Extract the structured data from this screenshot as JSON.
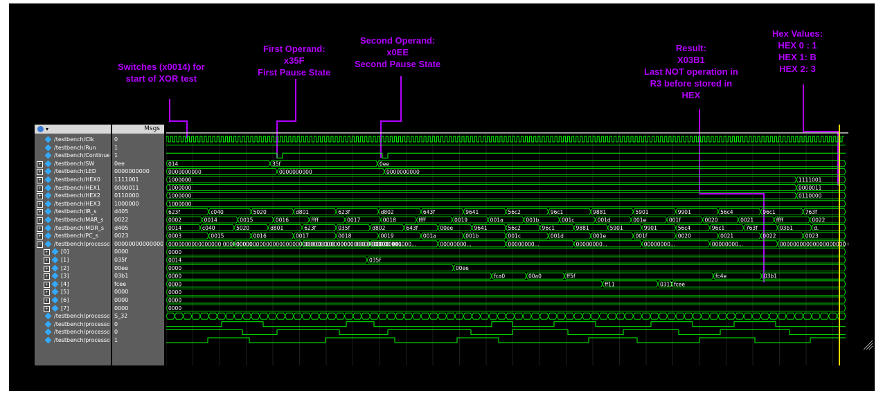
{
  "annotations": {
    "switches": [
      "Switches (x0014) for",
      "start of XOR test"
    ],
    "first_operand": [
      "First Operand:",
      "x35F",
      "First Pause State"
    ],
    "second_operand": [
      "Second Operand:",
      "x0EE",
      "Second Pause State"
    ],
    "result": [
      "Result:",
      "X03B1",
      "Last NOT operation in",
      "R3 before stored in",
      "HEX"
    ],
    "hex_values": [
      "Hex Values:",
      "HEX 0 : 1",
      "HEX 1: B",
      "HEX 2: 3"
    ]
  },
  "header": {
    "msgs_label": "Msgs"
  },
  "signals": [
    {
      "name": "/testbench/Clk",
      "value": "0",
      "expand": false,
      "type": "clock"
    },
    {
      "name": "/testbench/Run",
      "value": "1",
      "expand": false
    },
    {
      "name": "/testbench/Continue",
      "value": "1",
      "expand": false
    },
    {
      "name": "/testbench/SW",
      "value": "0ee",
      "expand": true
    },
    {
      "name": "/testbench/LED",
      "value": "0000000000",
      "expand": true
    },
    {
      "name": "/testbench/HEX0",
      "value": "1111001",
      "expand": true
    },
    {
      "name": "/testbench/HEX1",
      "value": "0000011",
      "expand": true
    },
    {
      "name": "/testbench/HEX2",
      "value": "0110000",
      "expand": true
    },
    {
      "name": "/testbench/HEX3",
      "value": "1000000",
      "expand": true
    },
    {
      "name": "/testbench/IR_s",
      "value": "d405",
      "expand": true
    },
    {
      "name": "/testbench/MAR_s",
      "value": "0022",
      "expand": true
    },
    {
      "name": "/testbench/MDR_s",
      "value": "d405",
      "expand": true
    },
    {
      "name": "/testbench/PC_s",
      "value": "0023",
      "expand": true
    },
    {
      "name": "/testbench/processo...",
      "value": "00000000000000...",
      "expand": true,
      "open": true
    },
    {
      "name": "[0]",
      "value": "0000",
      "expand": true,
      "indent": true
    },
    {
      "name": "[1]",
      "value": "035f",
      "expand": true,
      "indent": true
    },
    {
      "name": "[2]",
      "value": "00ee",
      "expand": true,
      "indent": true
    },
    {
      "name": "[3]",
      "value": "03b1",
      "expand": true,
      "indent": true
    },
    {
      "name": "[4]",
      "value": "fcee",
      "expand": true,
      "indent": true
    },
    {
      "name": "[5]",
      "value": "0000",
      "expand": true,
      "indent": true
    },
    {
      "name": "[6]",
      "value": "0000",
      "expand": true,
      "indent": true
    },
    {
      "name": "[7]",
      "value": "0000",
      "expand": true,
      "indent": true
    },
    {
      "name": "/testbench/processo...",
      "value": "S_32",
      "expand": false
    },
    {
      "name": "/testbench/processo...",
      "value": "0",
      "expand": false
    },
    {
      "name": "/testbench/processo...",
      "value": "0",
      "expand": false
    },
    {
      "name": "/testbench/processo...",
      "value": "1",
      "expand": false
    }
  ],
  "waves": {
    "SW": [
      "014",
      "35f",
      "0ee"
    ],
    "LED": [
      "0000000000",
      "0000000000",
      "0000000000"
    ],
    "HEX0": [
      "1000000",
      "1111001"
    ],
    "HEX1": [
      "1000000",
      "0000011"
    ],
    "HEX2": [
      "1000000",
      "0110000"
    ],
    "HEX3": [
      "1000000"
    ],
    "IR_s": [
      "623f",
      "c040",
      "5020",
      "d801",
      "623f",
      "d802",
      "643f",
      "9641",
      "56c2",
      "96c1",
      "9881",
      "5901",
      "9901",
      "56c4",
      "96c1",
      "763f"
    ],
    "MAR_s": [
      "0002",
      "0014",
      "0015",
      "0016",
      "ffff",
      "0017",
      "0018",
      "ffff",
      "0019",
      "001a",
      "001b",
      "001c",
      "001d",
      "001e",
      "001f",
      "0020",
      "0021",
      "ffff",
      "0022"
    ],
    "MDR_s": [
      "0014",
      "c040",
      "5020",
      "d801",
      "623f",
      "035f",
      "d802",
      "643f",
      "00ee",
      "9641",
      "56c2",
      "96c1",
      "9881",
      "5901",
      "9901",
      "56c4",
      "96c1",
      "763f",
      "03b1",
      "d."
    ],
    "PC_s": [
      "0003",
      "0015",
      "0016",
      "0017",
      "0018",
      "0019",
      "001a",
      "001b",
      "001c",
      "001d",
      "001e",
      "001f",
      "0020",
      "0021",
      "0022",
      "0023"
    ],
    "reg_bus": [
      "0000000000000000 000000000...",
      "000000000000000000000000010100 0000000000000000 000000...",
      "000000000000000 00000011010111...",
      "00000000...",
      "00000000...",
      "00000000...",
      "00000000...",
      "00000000...",
      "00000000...",
      "00000000000000000000 0000001101..."
    ],
    "R0": [
      "0000"
    ],
    "R1": [
      "0014",
      "035f"
    ],
    "R2": [
      "0000",
      "00ee"
    ],
    "R3": [
      "0000",
      "fca0",
      "00a0",
      "ff5f",
      "fc4e",
      "03b1"
    ],
    "R4": [
      "0000",
      "ff11",
      "0311",
      "fcee"
    ],
    "R5": [
      "0000"
    ],
    "R6": [
      "0000"
    ],
    "R7": [
      "0000"
    ]
  },
  "colors": {
    "annotation": "#b300ff",
    "wave": "#00ff00",
    "cursor": "#ffd700",
    "panel": "#5d5d5d"
  }
}
